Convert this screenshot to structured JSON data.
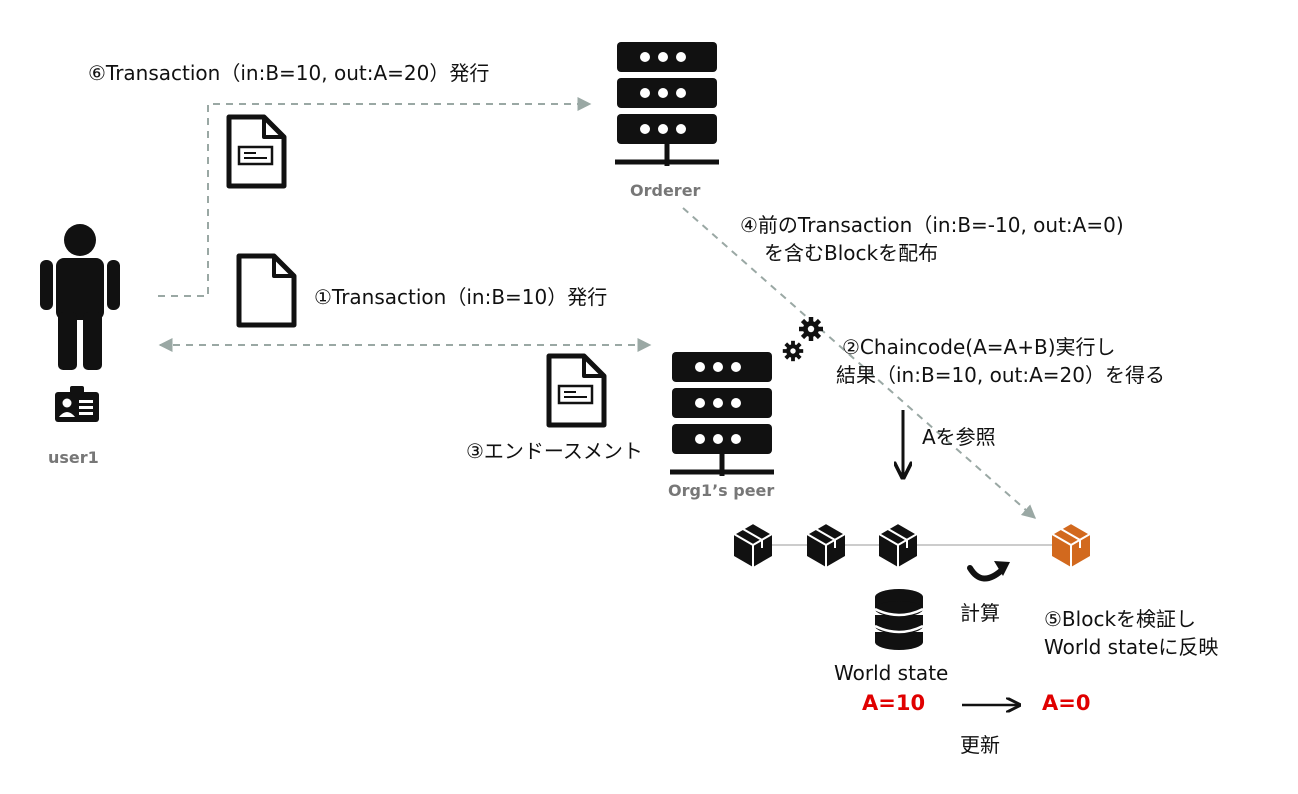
{
  "labels": {
    "orderer": "Orderer",
    "peer": "Org1’s peer",
    "user": "user1",
    "step6": "⑥Transaction（in:B=10, out:A=20）発行",
    "step4_line1": "④前のTransaction（in:B=-10, out:A=0)",
    "step4_line2": "を含むBlockを配布",
    "step1": "①Transaction（in:B=10）発行",
    "step2_line1": "②Chaincode(A=A+B)実行し",
    "step2_line2": "結果（in:B=10, out:A=20）を得る",
    "step3": "③エンドースメント",
    "refer": "Aを参照",
    "calc": "計算",
    "step5_line1": "⑤Blockを検証し",
    "step5_line2": "World stateに反映",
    "world_state": "World state",
    "value_before": "A=10",
    "value_after": "A=0",
    "update": "更新"
  },
  "colors": {
    "icon": "#111111",
    "dashed_arrow": "#9aa8a4",
    "new_block": "#d2691e",
    "highlight": "#e00000",
    "muted_text": "#777777"
  }
}
